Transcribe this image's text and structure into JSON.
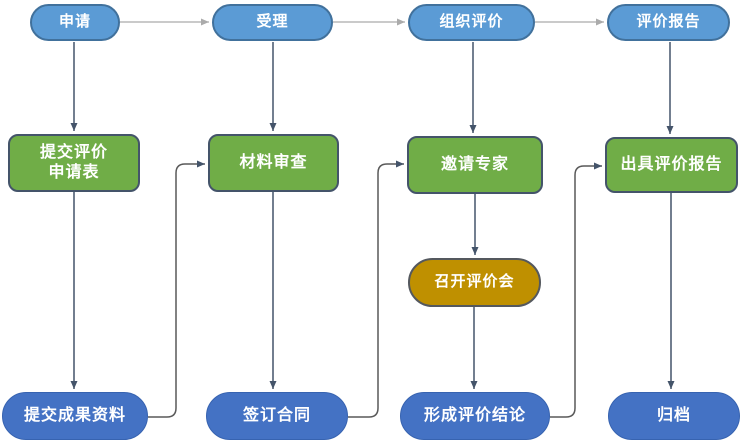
{
  "diagram": {
    "nodes": {
      "apply": {
        "label": "申请",
        "shape": "pill",
        "fill": "#5B9BD5"
      },
      "accept": {
        "label": "受理",
        "shape": "pill",
        "fill": "#5B9BD5"
      },
      "organize_evaluation": {
        "label": "组织评价",
        "shape": "pill",
        "fill": "#5B9BD5"
      },
      "evaluation_report": {
        "label": "评价报告",
        "shape": "pill",
        "fill": "#5B9BD5"
      },
      "submit_application_form": {
        "label": "提交评价\n申请表",
        "shape": "rounded-rect",
        "fill": "#70AD47"
      },
      "material_review": {
        "label": "材料审查",
        "shape": "rounded-rect",
        "fill": "#70AD47"
      },
      "invite_experts": {
        "label": "邀请专家",
        "shape": "rounded-rect",
        "fill": "#70AD47"
      },
      "issue_evaluation_report": {
        "label": "出具评价报告",
        "shape": "rounded-rect",
        "fill": "#70AD47"
      },
      "hold_evaluation_meeting": {
        "label": "召开评价会",
        "shape": "pill",
        "fill": "#BF9000"
      },
      "submit_results_materials": {
        "label": "提交成果资料",
        "shape": "pill",
        "fill": "#4472C4"
      },
      "sign_contract": {
        "label": "签订合同",
        "shape": "pill",
        "fill": "#4472C4"
      },
      "form_evaluation_conclusion": {
        "label": "形成评价结论",
        "shape": "pill",
        "fill": "#4472C4"
      },
      "archive": {
        "label": "归档",
        "shape": "pill",
        "fill": "#4472C4"
      }
    },
    "edges": [
      {
        "from": "apply",
        "to": "accept",
        "style": "gray-horizontal"
      },
      {
        "from": "accept",
        "to": "organize_evaluation",
        "style": "gray-horizontal"
      },
      {
        "from": "organize_evaluation",
        "to": "evaluation_report",
        "style": "gray-horizontal"
      },
      {
        "from": "apply",
        "to": "submit_application_form",
        "style": "dark-vertical"
      },
      {
        "from": "accept",
        "to": "material_review",
        "style": "dark-vertical"
      },
      {
        "from": "organize_evaluation",
        "to": "invite_experts",
        "style": "dark-vertical"
      },
      {
        "from": "evaluation_report",
        "to": "issue_evaluation_report",
        "style": "dark-vertical"
      },
      {
        "from": "submit_application_form",
        "to": "submit_results_materials",
        "style": "dark-vertical"
      },
      {
        "from": "material_review",
        "to": "sign_contract",
        "style": "dark-vertical"
      },
      {
        "from": "invite_experts",
        "to": "hold_evaluation_meeting",
        "style": "dark-vertical"
      },
      {
        "from": "hold_evaluation_meeting",
        "to": "form_evaluation_conclusion",
        "style": "dark-vertical"
      },
      {
        "from": "issue_evaluation_report",
        "to": "archive",
        "style": "dark-vertical"
      },
      {
        "from": "submit_results_materials",
        "to": "material_review",
        "style": "curved-elbow"
      },
      {
        "from": "sign_contract",
        "to": "invite_experts",
        "style": "curved-elbow"
      },
      {
        "from": "form_evaluation_conclusion",
        "to": "issue_evaluation_report",
        "style": "curved-elbow"
      }
    ],
    "colors": {
      "stage_pill_fill": "#5B9BD5",
      "stage_pill_border": "#41719C",
      "process_box_fill": "#70AD47",
      "process_box_border": "#44546A",
      "meeting_pill_fill": "#BF9000",
      "meeting_pill_border": "#54585E",
      "result_pill_fill": "#4472C4",
      "connector_dark": "#44546A",
      "connector_gray": "#ABABAB",
      "connector_curve": "#595959",
      "background": "#FFFFFF",
      "node_text": "#FFFFFF"
    }
  }
}
